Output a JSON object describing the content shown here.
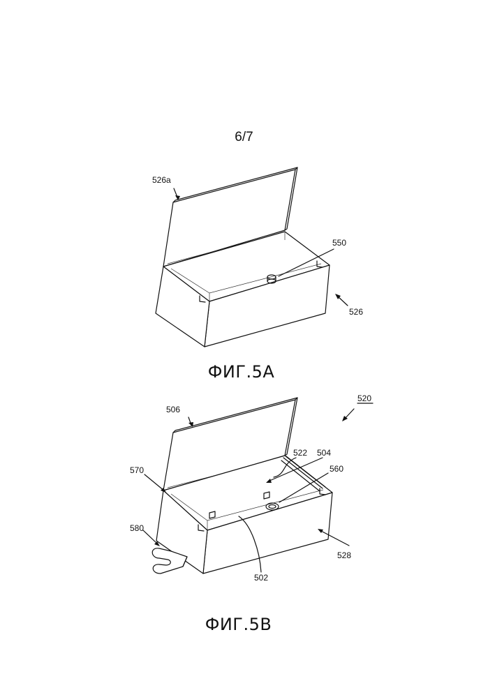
{
  "page_number": "6/7",
  "figure_a": {
    "caption": "ФИГ.5А",
    "labels": {
      "lid": "526a",
      "boss": "550",
      "box": "526"
    }
  },
  "figure_b": {
    "caption": "ФИГ.5В",
    "labels": {
      "assembly": "520",
      "lid": "506",
      "hinge_side": "570",
      "clip": "580",
      "floor": "502",
      "wall": "522",
      "inner": "504",
      "boss": "560",
      "box": "528"
    }
  }
}
